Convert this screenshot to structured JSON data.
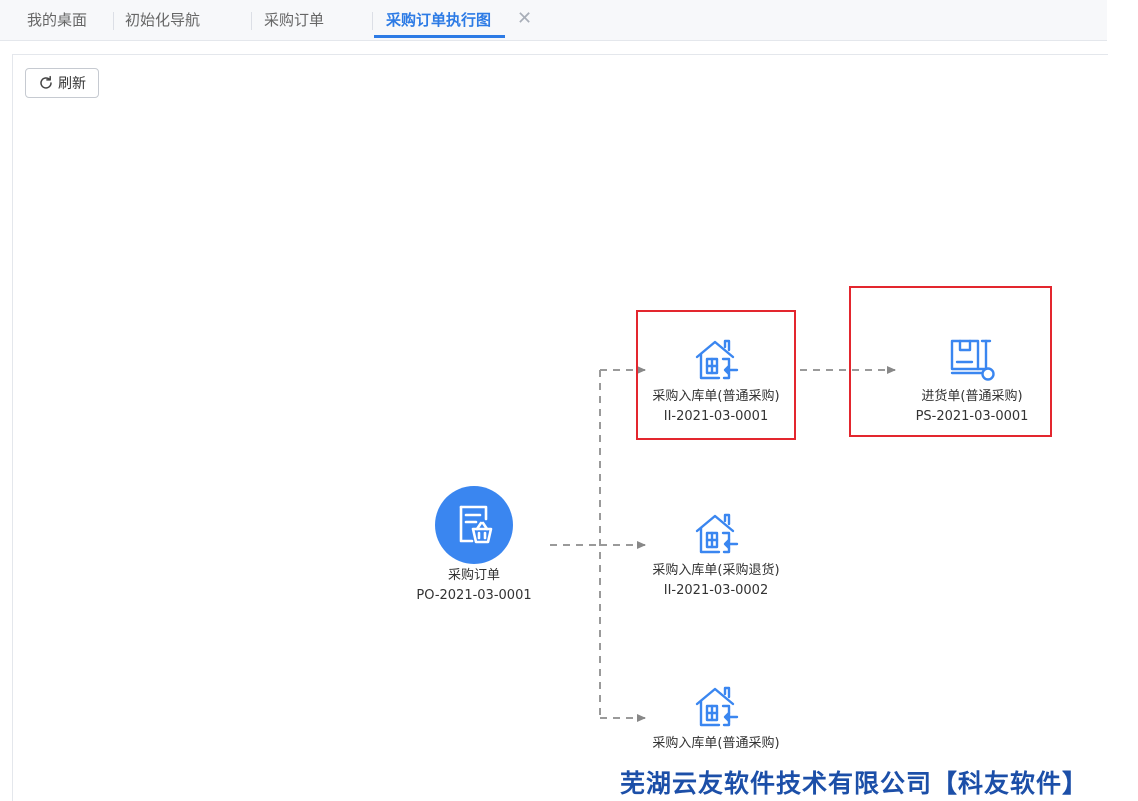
{
  "tabs": [
    {
      "label": "我的桌面",
      "active": false
    },
    {
      "label": "初始化导航",
      "active": false
    },
    {
      "label": "采购订单",
      "active": false
    },
    {
      "label": "采购订单执行图",
      "active": true
    }
  ],
  "toolbar": {
    "refresh_label": "刷新"
  },
  "flow": {
    "root": {
      "title": "采购订单",
      "code": "PO-2021-03-0001",
      "icon": "purchase-order-icon"
    },
    "nodes": [
      {
        "title": "采购入库单(普通采购)",
        "code": "II-2021-03-0001",
        "icon": "warehouse-inbound-icon",
        "highlighted": true
      },
      {
        "title": "进货单(普通采购)",
        "code": "PS-2021-03-0001",
        "icon": "goods-receipt-cart-icon",
        "highlighted": true
      },
      {
        "title": "采购入库单(采购退货)",
        "code": "II-2021-03-0002",
        "icon": "warehouse-inbound-icon",
        "highlighted": false
      },
      {
        "title": "采购入库单(普通采购)",
        "code": "",
        "icon": "warehouse-inbound-icon",
        "highlighted": false
      }
    ]
  },
  "watermark": "芜湖云友软件技术有限公司【科友软件】",
  "colors": {
    "accent": "#2d7be5",
    "icon": "#3a86f0",
    "highlight": "#e3262e",
    "connector": "#9a9a9a",
    "watermark": "#1c4fa8"
  }
}
